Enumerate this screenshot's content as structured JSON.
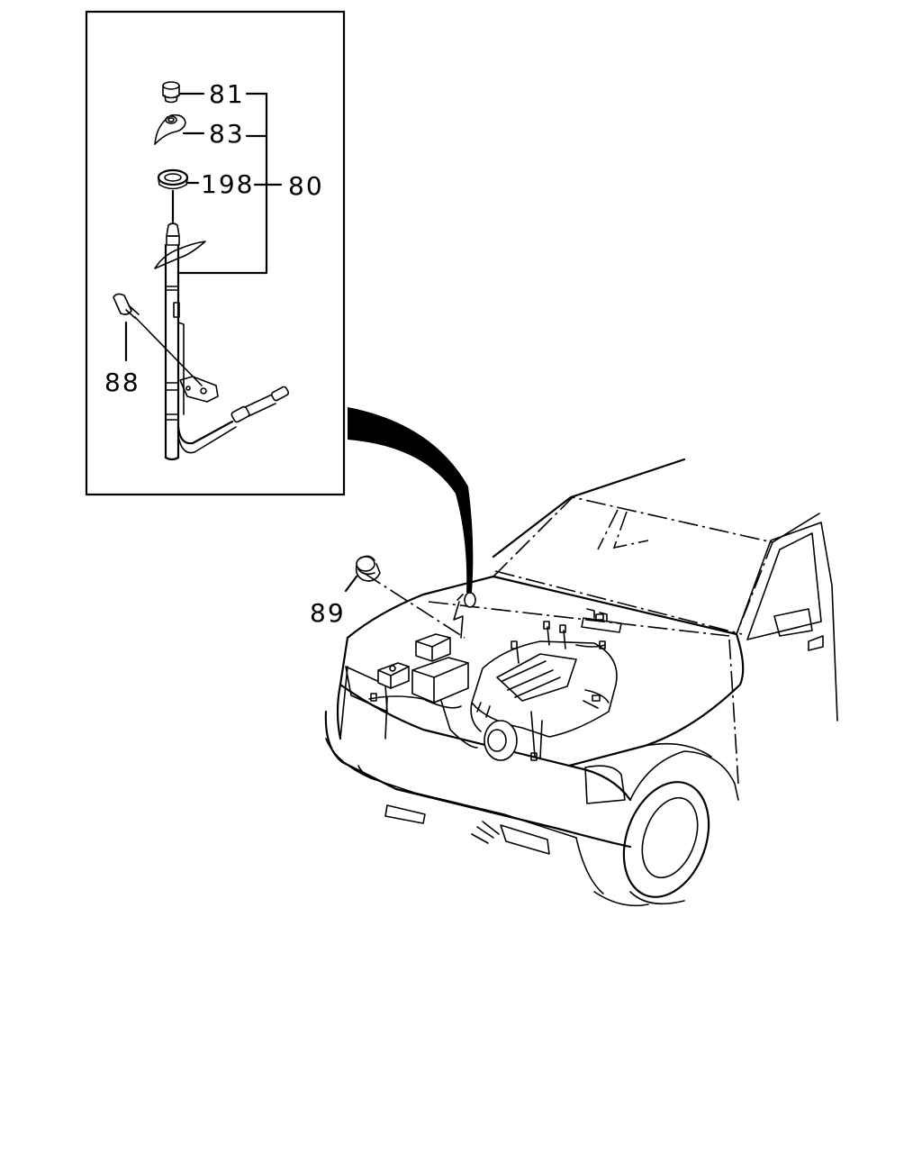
{
  "callouts": {
    "c81": "81",
    "c83": "83",
    "c198": "198",
    "c80": "80",
    "c88": "88",
    "c89": "89"
  },
  "colors": {
    "line": "#000000",
    "background": "#ffffff"
  }
}
